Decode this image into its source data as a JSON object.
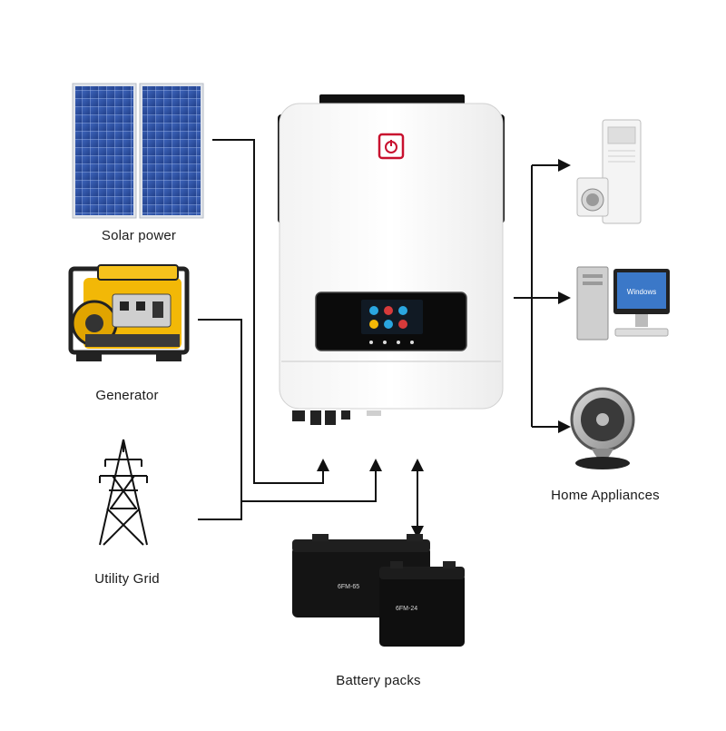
{
  "labels": {
    "solar": "Solar power",
    "generator": "Generator",
    "grid": "Utility Grid",
    "battery": "Battery packs",
    "home": "Home Appliances"
  },
  "battery_large_text": "6FM-65",
  "battery_small_text": "6FM-24",
  "monitor_text": "Windows",
  "colors": {
    "line": "#111111",
    "solar_panel": "#2d4f9e",
    "generator_yellow": "#f2b807",
    "inverter_body": "#ffffff",
    "brand_red": "#c8102e",
    "display": "#0b0b0b"
  }
}
